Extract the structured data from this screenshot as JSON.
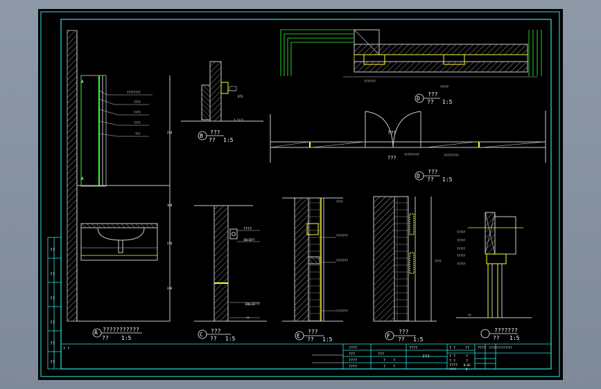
{
  "drawing": {
    "colors": {
      "background": "#000000",
      "frame": "#33e6e6",
      "line": "#e6e6e6",
      "text": "#ffffff",
      "yellow": "#ffff33",
      "green": "#33ff33",
      "hatch": "#9a9a9a"
    },
    "details": [
      {
        "id": "A",
        "title": "???????????",
        "scale_label": "??",
        "scale": "1:5"
      },
      {
        "id": "B",
        "title": "???",
        "scale_label": "??",
        "scale": "1:5"
      },
      {
        "id": "C",
        "title": "???",
        "scale_label": "??",
        "scale": "1:5"
      },
      {
        "id": "D1",
        "marker": "D",
        "title": "???",
        "scale_label": "??",
        "scale": "1:5"
      },
      {
        "id": "D2",
        "marker": "D",
        "title": "???",
        "scale_label": "??",
        "scale": "1:5"
      },
      {
        "id": "E",
        "title": "???",
        "scale_label": "??",
        "scale": "1:5"
      },
      {
        "id": "F",
        "title": "???",
        "scale_label": "??",
        "scale": "1:5"
      },
      {
        "id": "G",
        "title": "???????",
        "scale_label": "??",
        "scale": "1:5"
      }
    ],
    "annotations": {
      "door_label": "???",
      "door_label_lower": "???",
      "sink_note_1": "????",
      "sink_note_2": "10x10??",
      "sink_note_3": "100x10???",
      "sink_note_4": "??",
      "b_note": "ST3",
      "left_note": "? ?"
    },
    "title_block": {
      "left_rows": [
        "????",
        "???",
        "????",
        "????"
      ],
      "mid_top": "???",
      "mid_rows": [
        "?",
        "?",
        "?",
        "?"
      ],
      "center_top": "????",
      "center_main": "???",
      "right_head_1": "? ?",
      "right_head_2": "??",
      "right_head_3": "????",
      "right_head_4": "??????????????",
      "right_rows": [
        "? ?",
        "? ?",
        "????",
        "????"
      ],
      "right_vals": [
        "?",
        "?",
        "B-02",
        "8"
      ]
    }
  }
}
